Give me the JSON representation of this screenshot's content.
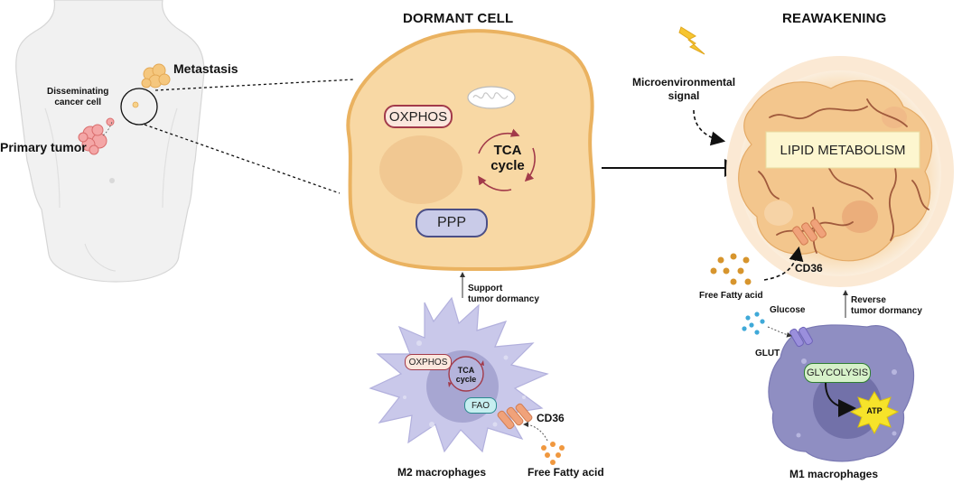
{
  "titles": {
    "dormant": "DORMANT CELL",
    "reawakening": "REAWAKENING"
  },
  "body_panel": {
    "metastasis": "Metastasis",
    "disseminating": [
      "Disseminating",
      "cancer cell"
    ],
    "primary_tumor": "Primary tumor"
  },
  "dormant_cell": {
    "oxphos": "OXPHOS",
    "tca": [
      "TCA",
      "cycle"
    ],
    "ppp": "PPP"
  },
  "support": [
    "Support",
    "tumor dormancy"
  ],
  "m2": {
    "oxphos": "OXPHOS",
    "tca": [
      "TCA",
      "cycle"
    ],
    "fao": "FAO",
    "cd36": "CD36",
    "ffa": "Free Fatty acid",
    "name": "M2 macrophages"
  },
  "reawakening": {
    "signal": [
      "Microenvironmental",
      "signal"
    ],
    "lipid": "LIPID METABOLISM",
    "cd36": "CD36",
    "ffa": "Free Fatty acid",
    "reverse": [
      "Reverse",
      "tumor dormancy"
    ]
  },
  "m1": {
    "glucose": "Glucose",
    "glut": "GLUT",
    "glycolysis": "GLYCOLYSIS",
    "atp": "ATP",
    "name": "M1 macrophages"
  },
  "colors": {
    "cell_fill": "#f8d8a4",
    "cell_border": "#eab260",
    "macrophage": "#c9c8ea",
    "tumor_edge": "#a05a3c"
  }
}
